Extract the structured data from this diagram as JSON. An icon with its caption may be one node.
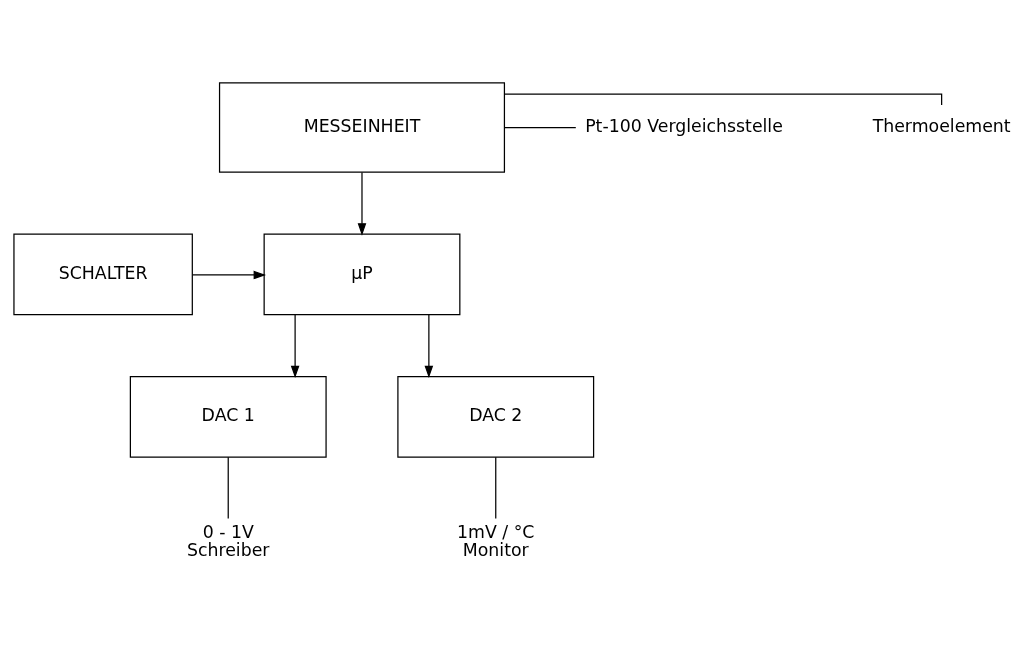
{
  "diagram": {
    "nodes": [
      {
        "text": [
          "MESSEINHEIT"
        ]
      },
      {
        "text": [
          "Thermoelement"
        ]
      },
      {
        "text": [
          "Pt-100 Vergleichsstelle"
        ]
      },
      {
        "text": [
          "µP"
        ]
      },
      {
        "text": [
          "SCHALTER"
        ]
      },
      {
        "text": [
          "DAC 1"
        ]
      },
      {
        "text": [
          "DAC 2"
        ]
      },
      {
        "text": [
          "0 - 1V",
          "Schreiber"
        ]
      },
      {
        "text": [
          "1mV / °C",
          "Monitor"
        ]
      }
    ],
    "edges": [
      {
        "from": 0,
        "to": 1,
        "arrow": "none"
      },
      {
        "from": 0,
        "to": 2,
        "arrow": "none"
      },
      {
        "from": 0,
        "to": 3,
        "arrow": "to"
      },
      {
        "from": 4,
        "to": 3,
        "arrow": "to"
      },
      {
        "from": 3,
        "to": 5,
        "arrow": "to"
      },
      {
        "from": 3,
        "to": 6,
        "arrow": "to"
      },
      {
        "from": 5,
        "to": 7,
        "arrow": "none"
      },
      {
        "from": 6,
        "to": 8,
        "arrow": "none"
      }
    ]
  }
}
